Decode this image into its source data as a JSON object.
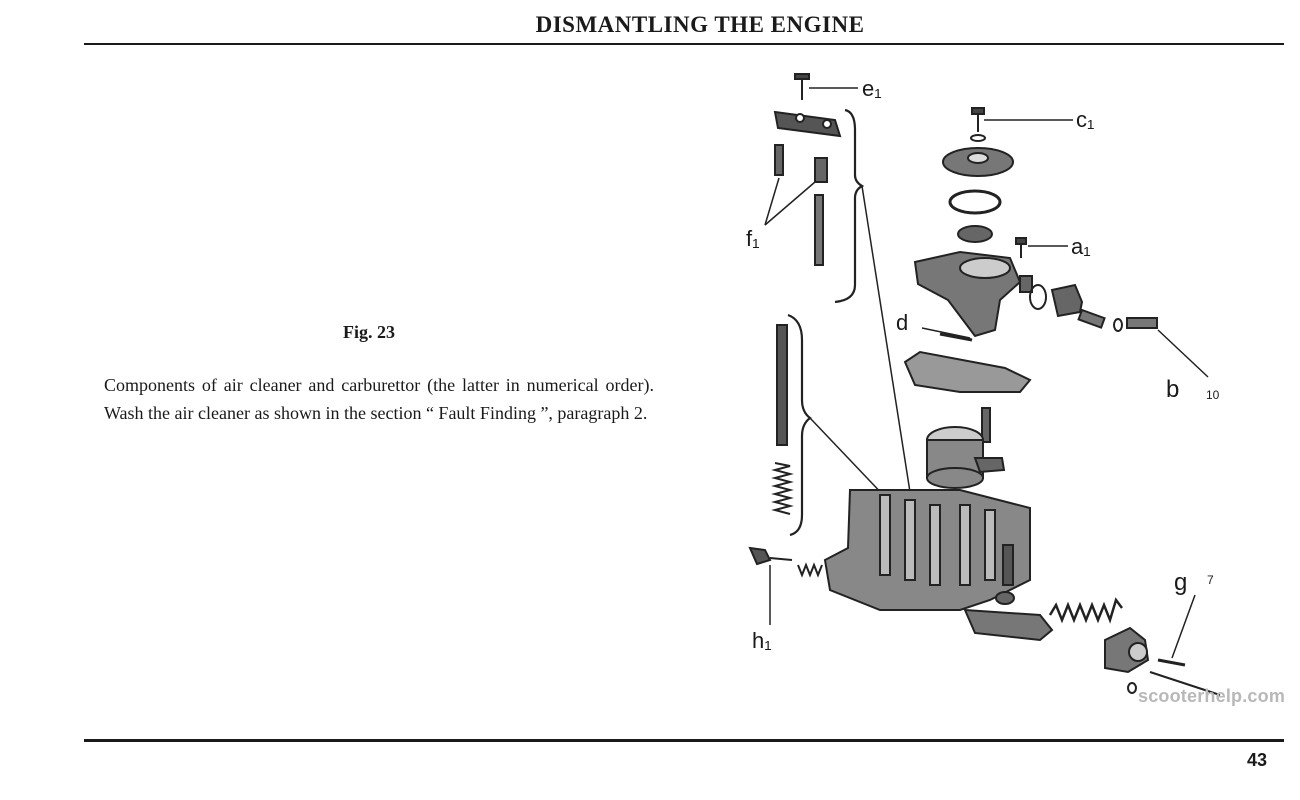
{
  "header": {
    "title": "DISMANTLING THE ENGINE"
  },
  "figure": {
    "label": "Fig. 23",
    "caption": "Components of air cleaner and carburettor (the latter in numerical order). Wash the air cleaner as shown in the section “ Fault Finding ”, paragraph 2."
  },
  "diagram": {
    "labels": {
      "e": "e₁",
      "c": "c₁",
      "a": "a₁",
      "f": "f₁",
      "d": "d",
      "b": "b",
      "b_num": "10",
      "g": "g",
      "g_num": "7",
      "h": "h₁"
    }
  },
  "footer": {
    "page_number": "43",
    "watermark": "scooterhelp.com"
  }
}
